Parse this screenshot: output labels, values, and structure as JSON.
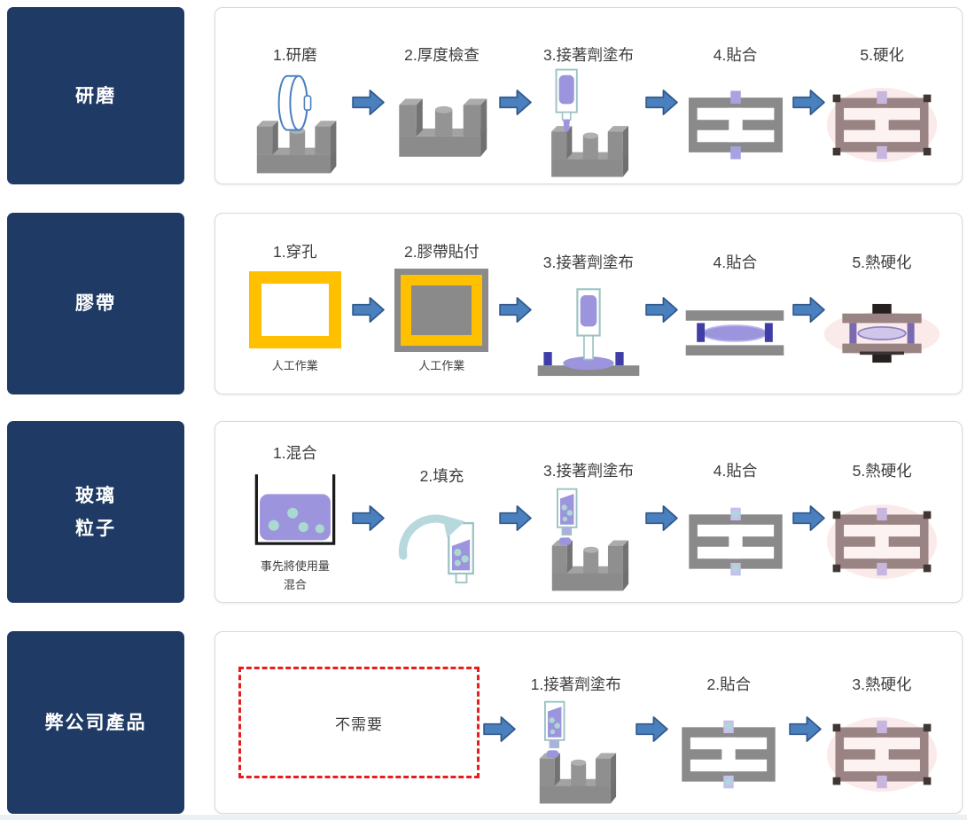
{
  "page": {
    "background": "#ffffff"
  },
  "colors": {
    "sidebar_navy": "#1f3a64",
    "card_border": "#d9d9d9",
    "arrow_blue": "#4a80bd",
    "arrow_outline": "#30598c",
    "core_gray": "#8a8a8a",
    "adhesive_purple": "#9c95dd",
    "syringe_outline": "#9dc3c3",
    "bubble_teal": "#abd8d0",
    "tape_yellow": "#ffc000",
    "cured_mauve": "#9a8383",
    "cured_glow_pink": "#fbeaea",
    "post_blue": "#3e3ea6",
    "not_needed_red": "#e81c1c",
    "grinding_wheel_blue": "#4a80bd"
  },
  "rows": [
    {
      "label_lines": [
        "研磨"
      ],
      "steps": [
        {
          "label": "1.研磨",
          "icon": "grinding-wheel-on-core-icon"
        },
        {
          "label": "2.厚度檢查",
          "icon": "e-core-icon"
        },
        {
          "label": "3.接著劑塗布",
          "icon": "dispenser-on-core-icon"
        },
        {
          "label": "4.貼合",
          "icon": "bonded-cores-icon"
        },
        {
          "label": "5.硬化",
          "icon": "cured-cores-icon"
        }
      ]
    },
    {
      "label_lines": [
        "膠帶"
      ],
      "steps": [
        {
          "label": "1.穿孔",
          "icon": "punched-frame-icon",
          "note": "人工作業"
        },
        {
          "label": "2.膠帶貼付",
          "icon": "tape-applied-icon",
          "note": "人工作業"
        },
        {
          "label": "3.接著劑塗布",
          "icon": "dispenser-on-plate-icon"
        },
        {
          "label": "4.貼合",
          "icon": "plate-sandwich-icon"
        },
        {
          "label": "5.熱硬化",
          "icon": "cured-sandwich-icon"
        }
      ]
    },
    {
      "label_lines": [
        "玻璃",
        "粒子"
      ],
      "steps": [
        {
          "label": "1.混合",
          "icon": "mixing-container-icon",
          "note_lines": [
            "事先將使用量",
            "混合"
          ]
        },
        {
          "label": "2.填充",
          "icon": "filling-syringe-icon"
        },
        {
          "label": "3.接著劑塗布",
          "icon": "syringe-on-core-icon"
        },
        {
          "label": "4.貼合",
          "icon": "bonded-cores-dots-icon"
        },
        {
          "label": "5.熱硬化",
          "icon": "cured-cores-icon"
        }
      ]
    },
    {
      "label_lines": [
        "弊公司產品"
      ],
      "not_needed": "不需要",
      "steps": [
        {
          "label": "1.接著劑塗布",
          "icon": "syringe-on-core-icon"
        },
        {
          "label": "2.貼合",
          "icon": "bonded-cores-dots-icon"
        },
        {
          "label": "3.熱硬化",
          "icon": "cured-cores-icon"
        }
      ]
    }
  ]
}
